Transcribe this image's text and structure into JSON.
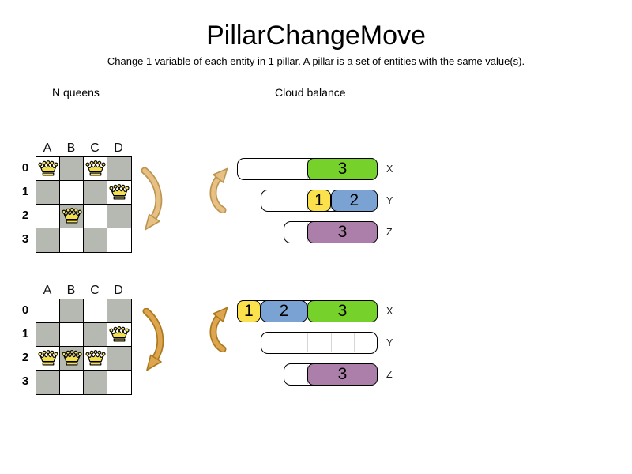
{
  "title": "PillarChangeMove",
  "subtitle": "Change 1 variable of each entity in 1 pillar. A pillar is a set of entities with the same value(s).",
  "nqueens": {
    "label": "N queens",
    "columns": [
      "A",
      "B",
      "C",
      "D"
    ],
    "rows": [
      "0",
      "1",
      "2",
      "3"
    ],
    "boards": [
      {
        "name": "before",
        "queens": [
          [
            0,
            0
          ],
          [
            0,
            2
          ],
          [
            1,
            3
          ],
          [
            2,
            1
          ]
        ]
      },
      {
        "name": "after",
        "queens": [
          [
            1,
            3
          ],
          [
            2,
            0
          ],
          [
            2,
            1
          ],
          [
            2,
            2
          ]
        ]
      }
    ]
  },
  "cloudbalance": {
    "label": "Cloud balance",
    "states": [
      {
        "name": "before",
        "computers": [
          {
            "label": "X",
            "capacity": 6,
            "free": 3,
            "blocks": [
              {
                "value": "3",
                "color": "green",
                "size": 3
              }
            ]
          },
          {
            "label": "Y",
            "capacity": 5,
            "free": 2,
            "blocks": [
              {
                "value": "1",
                "color": "yellow",
                "size": 1
              },
              {
                "value": "2",
                "color": "blue",
                "size": 2
              }
            ]
          },
          {
            "label": "Z",
            "capacity": 4,
            "free": 1,
            "blocks": [
              {
                "value": "3",
                "color": "purple",
                "size": 3
              }
            ]
          }
        ]
      },
      {
        "name": "after",
        "computers": [
          {
            "label": "X",
            "capacity": 6,
            "free": 0,
            "blocks": [
              {
                "value": "1",
                "color": "yellow",
                "size": 1
              },
              {
                "value": "2",
                "color": "blue",
                "size": 2
              },
              {
                "value": "3",
                "color": "green",
                "size": 3
              }
            ]
          },
          {
            "label": "Y",
            "capacity": 5,
            "free": 5,
            "blocks": []
          },
          {
            "label": "Z",
            "capacity": 4,
            "free": 1,
            "blocks": [
              {
                "value": "3",
                "color": "purple",
                "size": 3
              }
            ]
          }
        ]
      }
    ]
  },
  "arrows": [
    {
      "name": "queens-before-arrow",
      "shape": "down",
      "tone": "tan"
    },
    {
      "name": "cloud-before-arrow",
      "shape": "up",
      "tone": "tan"
    },
    {
      "name": "queens-after-arrow",
      "shape": "down",
      "tone": "orange"
    },
    {
      "name": "cloud-after-arrow",
      "shape": "up",
      "tone": "orange"
    }
  ],
  "colors": {
    "green": "#76d22b",
    "yellow": "#fbe14b",
    "blue": "#7aa3d4",
    "purple": "#ab7fa9",
    "board_dark": "#b6b9b1",
    "board_light": "#ffffff",
    "queen_fill": "#f3df4e",
    "arrow_tan_fill": "#e7c183",
    "arrow_tan_stroke": "#bd9452",
    "arrow_orange_fill": "#dfa54e",
    "arrow_orange_stroke": "#aa7a20"
  }
}
